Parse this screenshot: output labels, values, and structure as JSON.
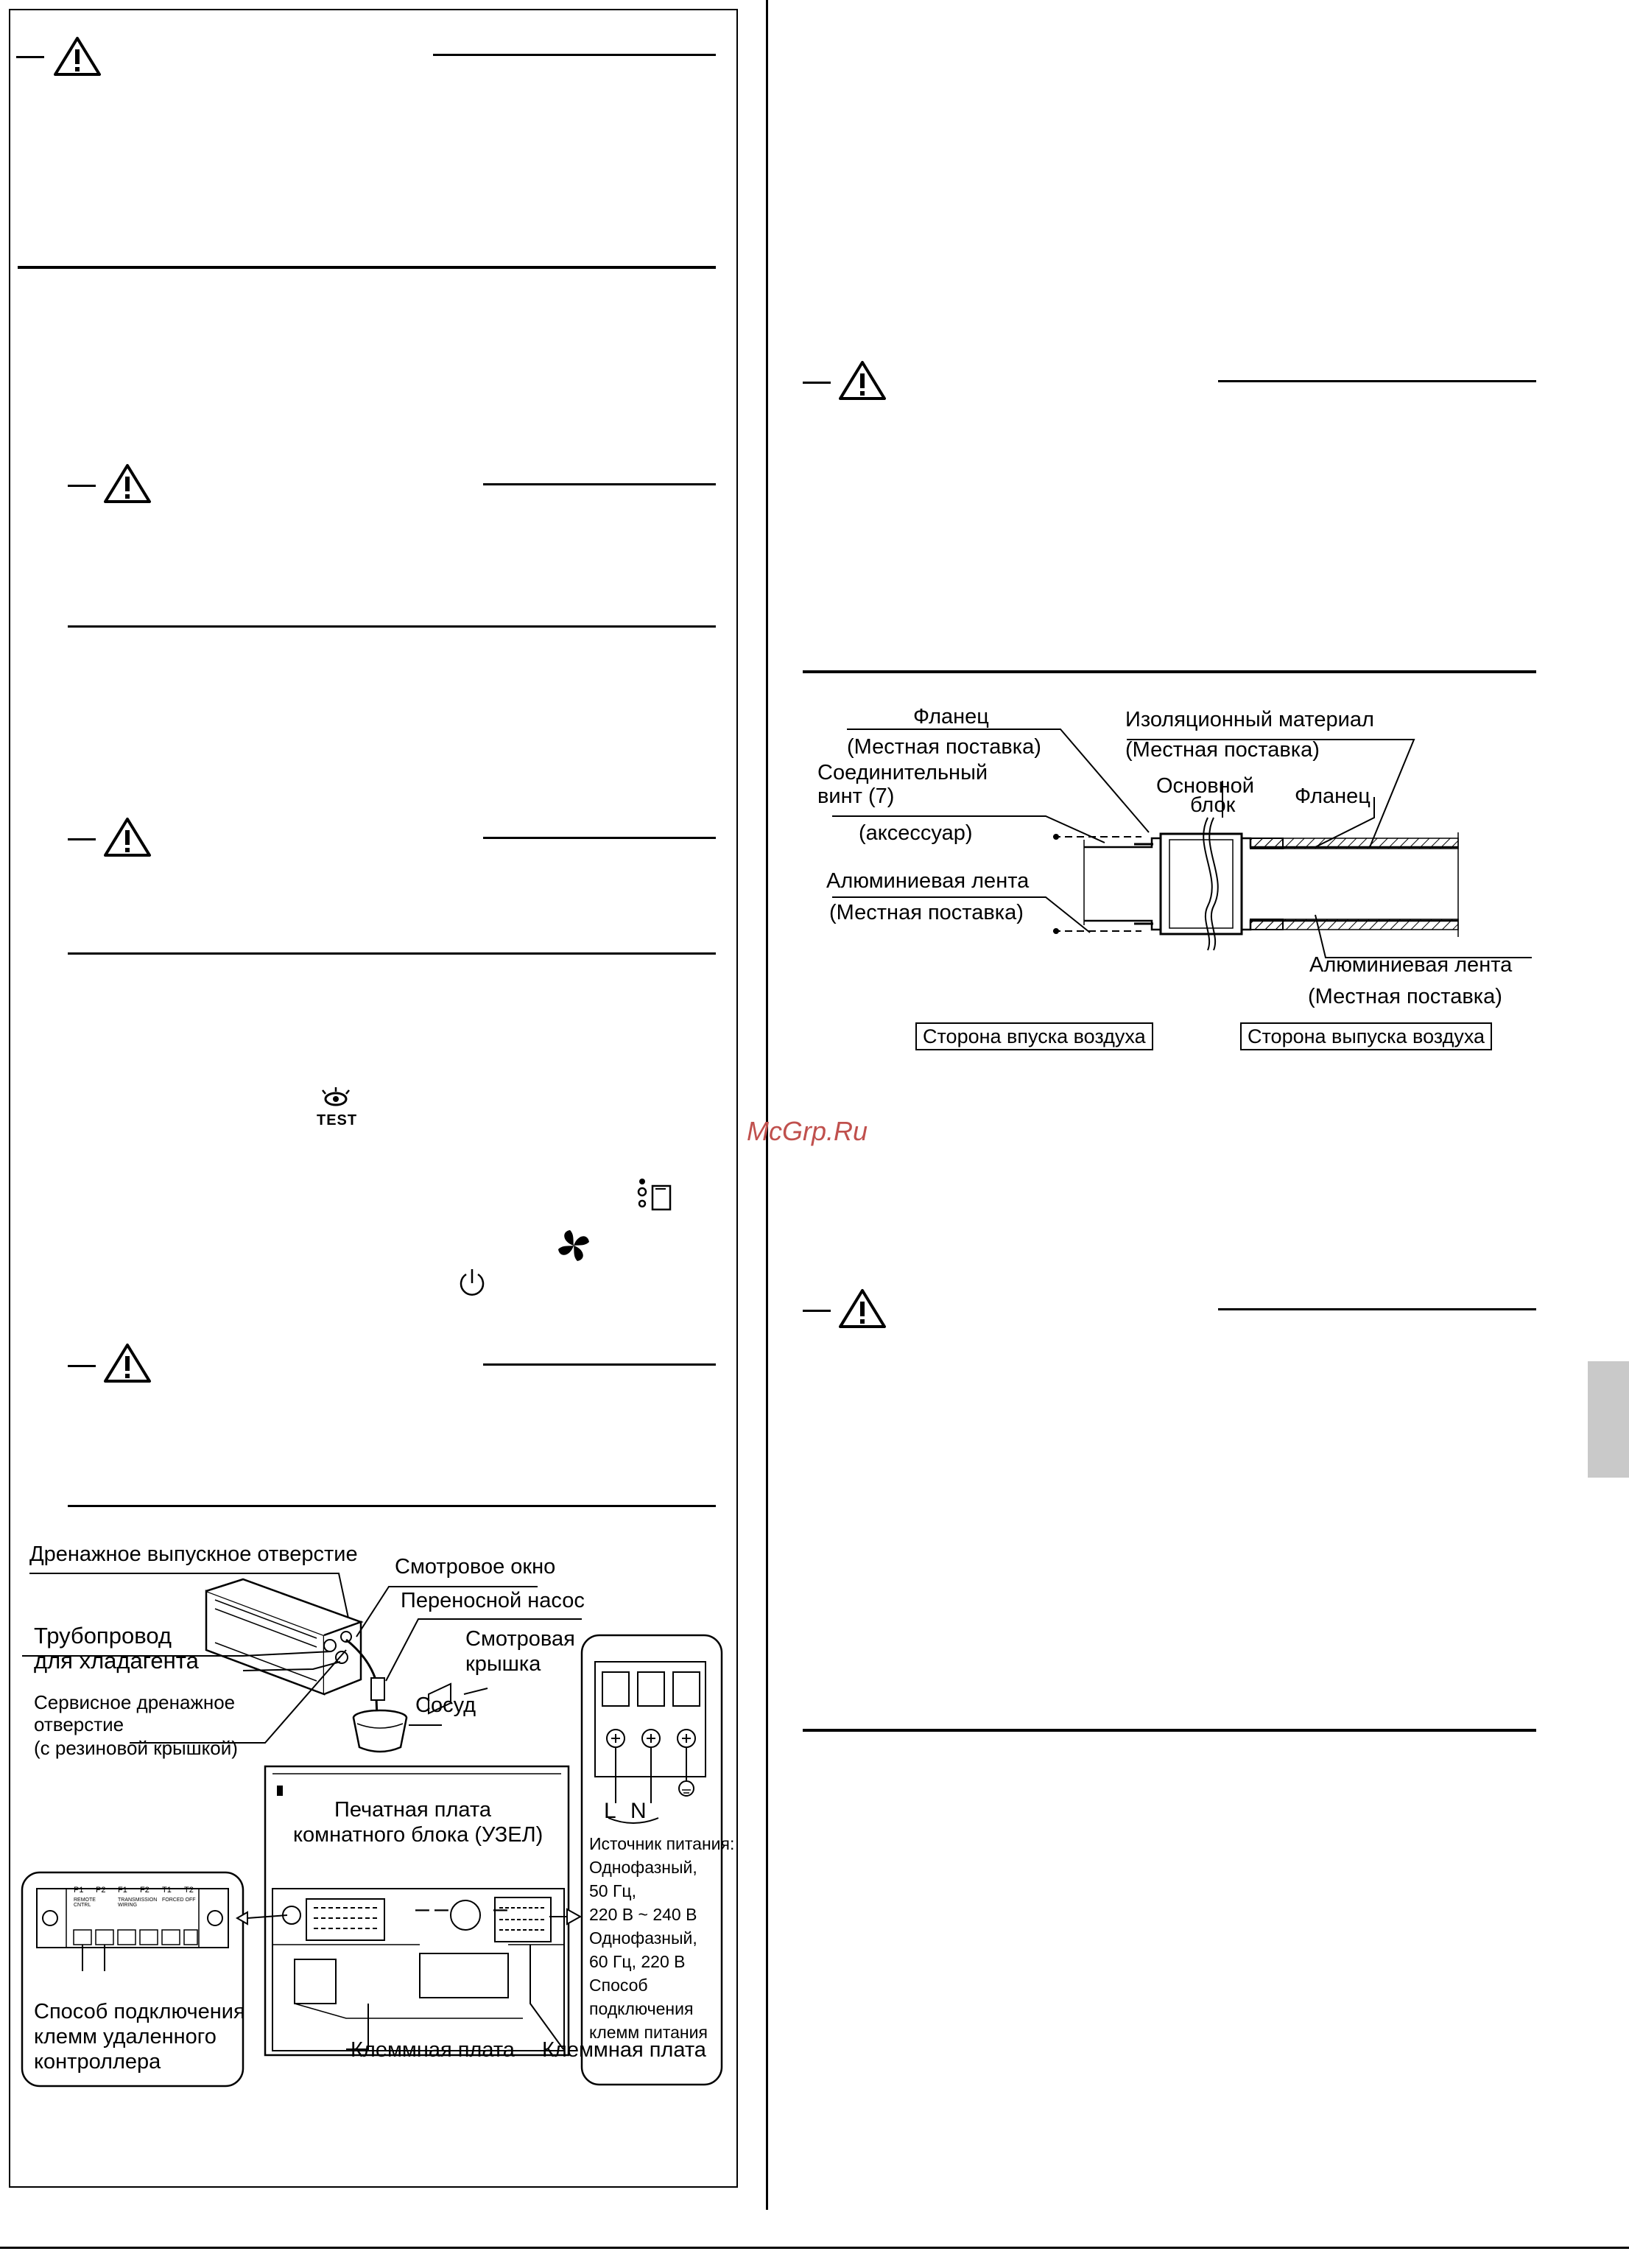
{
  "watermark": "McGrp.Ru",
  "icons": {
    "warning": "warning-triangle-icon",
    "test": "test-icon",
    "mode": "mode-icon",
    "fan": "fan-icon",
    "power": "power-icon"
  },
  "test_icon_text": "TEST",
  "duct_diagram": {
    "flange_left": "Фланец",
    "local_supply_1": "(Местная поставка)",
    "insulation": "Изоляционный материал",
    "local_supply_2": "(Местная поставка)",
    "screw_line1": "Соединительный",
    "screw_line2": "винт (7)",
    "main_unit_line1": "Основной",
    "main_unit_line2": "блок",
    "flange_right": "Фланец",
    "accessory": "(аксессуар)",
    "al_tape_left": "Алюминиевая лента",
    "local_supply_3": "(Местная поставка)",
    "al_tape_right": "Алюминиевая лента",
    "local_supply_4": "(Местная поставка)",
    "intake_side": "Сторона впуска воздуха",
    "outlet_side": "Сторона выпуска воздуха"
  },
  "unit_diagram": {
    "drain_outlet": "Дренажное выпускное отверстие",
    "sight_window": "Смотровое окно",
    "portable_pump": "Переносной насос",
    "refrigerant_pipe_1": "Трубопровод",
    "refrigerant_pipe_2": "для хладагента",
    "sight_cover_1": "Смотровая",
    "sight_cover_2": "крышка",
    "service_drain_1": "Сервисное дренажное",
    "service_drain_2": "отверстие",
    "service_drain_3": "(с резиновой крышкой)",
    "vessel": "Сосуд",
    "pcb_1": "Печатная плата",
    "pcb_2": "комнатного блока (УЗЕЛ)",
    "remote_method_1": "Способ подключения",
    "remote_method_2": "клемм удаленного",
    "remote_method_3": "контроллера",
    "terminal_board_1": "Клеммная плата",
    "terminal_board_2": "Клеммная плата",
    "L": "L",
    "N": "N",
    "power_source": [
      "Источник питания:",
      "Однофазный,",
      "50 Гц,",
      "220 В ~ 240 В",
      "Однофазный,",
      "60 Гц, 220 В",
      "Способ",
      "подключения",
      "клемм питания"
    ],
    "terminal_labels": [
      "P1",
      "P2",
      "F1",
      "F2",
      "T1",
      "T2"
    ],
    "terminal_sublabels": [
      "REMOTE CNTRL",
      "TRANSMISSION WIRING",
      "FORCED OFF"
    ],
    "dash": "–"
  }
}
